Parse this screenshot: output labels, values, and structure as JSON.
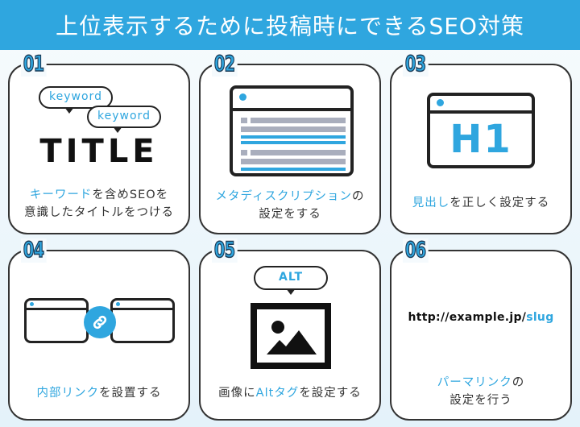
{
  "header": {
    "title": "上位表示するために投稿時にできるSEO対策"
  },
  "colors": {
    "accent": "#2fa6df",
    "ink": "#222222",
    "gray_bar": "#a9aebd"
  },
  "cards": [
    {
      "number": "01",
      "bubbles": [
        "keyword",
        "keyword"
      ],
      "visual_text": "TITLE",
      "caption": {
        "highlight": "キーワード",
        "rest_line1": "を含めSEOを",
        "line2": "意識したタイトルをつける"
      }
    },
    {
      "number": "02",
      "visual": "browser-window-with-text-lines",
      "caption": {
        "highlight": "メタディスクリプション",
        "rest_line1": "の",
        "line2": "設定をする"
      }
    },
    {
      "number": "03",
      "visual_text": "H1",
      "caption": {
        "highlight": "見出し",
        "rest_line1": "を正しく設定する"
      }
    },
    {
      "number": "04",
      "visual": "two-windows-linked",
      "caption": {
        "highlight": "内部リンク",
        "rest_line1": "を設置する"
      }
    },
    {
      "number": "05",
      "bubbles": [
        "ALT"
      ],
      "visual": "image-icon",
      "caption": {
        "prefix": "画像に",
        "highlight": "Altタグ",
        "rest_line1": "を設定する"
      }
    },
    {
      "number": "06",
      "url": {
        "base": "http://example.jp/",
        "slug": "slug"
      },
      "caption": {
        "highlight": "パーマリンク",
        "rest_line1": "の",
        "line2": "設定を行う"
      }
    }
  ]
}
